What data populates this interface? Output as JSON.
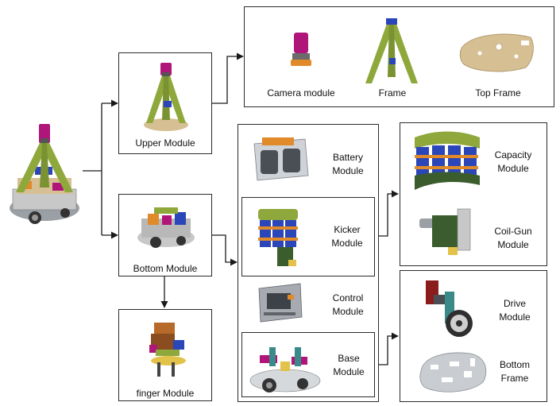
{
  "modules": {
    "upper": "Upper Module",
    "bottom": "Bottom Module",
    "finger": "finger Module"
  },
  "upper_parts": {
    "camera": "Camera module",
    "frame": "Frame",
    "top_frame": "Top Frame"
  },
  "bottom_parts": {
    "battery": [
      "Battery",
      "Module"
    ],
    "kicker": [
      "Kicker",
      "Module"
    ],
    "control": [
      "Control",
      "Module"
    ],
    "base": [
      "Base",
      "Module"
    ]
  },
  "kicker_parts": {
    "capacity": [
      "Capacity",
      "Module"
    ],
    "coil_gun": [
      "Coil-Gun",
      "Module"
    ]
  },
  "base_parts": {
    "drive": [
      "Drive",
      "Module"
    ],
    "bottom_frame": [
      "Bottom",
      "Frame"
    ]
  },
  "colors": {
    "line": "#1a1a1a",
    "olive": "#8fa83c",
    "tan": "#d6bf93",
    "magenta": "#b0157a",
    "orange": "#e08a2a",
    "blue": "#2a46b8",
    "gray": "#9aa0a6"
  }
}
